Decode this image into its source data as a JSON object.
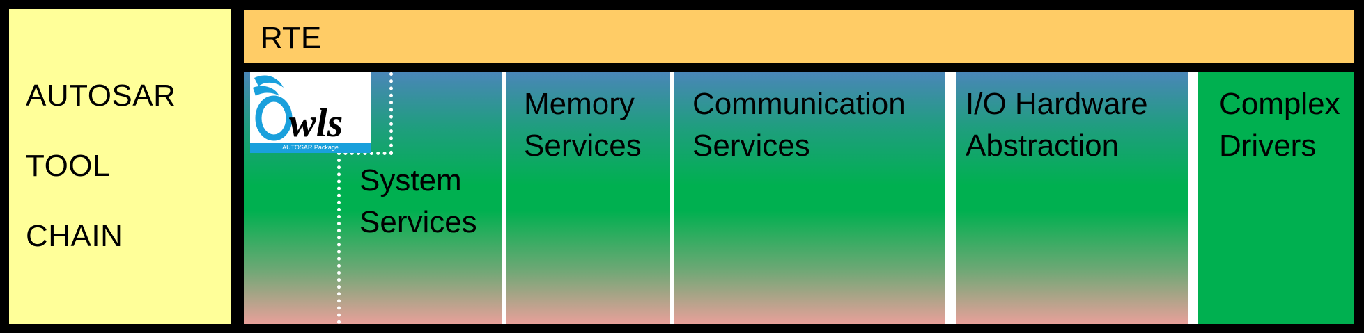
{
  "toolchain": {
    "lines": [
      "AUTOSAR",
      "TOOL",
      "CHAIN"
    ]
  },
  "rte": {
    "label": "RTE"
  },
  "columns": {
    "system_services": {
      "lines": [
        "System",
        "Services"
      ]
    },
    "memory_services": {
      "lines": [
        "Memory",
        "Services"
      ]
    },
    "communication_services": {
      "lines": [
        "Communication",
        "Services"
      ]
    },
    "io_hardware_abstraction": {
      "lines": [
        "I/O Hardware",
        "Abstraction"
      ]
    },
    "complex_drivers": {
      "lines": [
        "Complex",
        "Drivers"
      ]
    }
  },
  "logo": {
    "tagline": "AUTOSAR Package"
  },
  "colors": {
    "toolchain_bg": "#FFFF99",
    "rte_bg": "#FFCC66",
    "bsw_green": "#00B050",
    "gradient_top": "#4A86B8",
    "gradient_bottom": "#E8A09A",
    "logo_blue": "#1AA0DC"
  }
}
